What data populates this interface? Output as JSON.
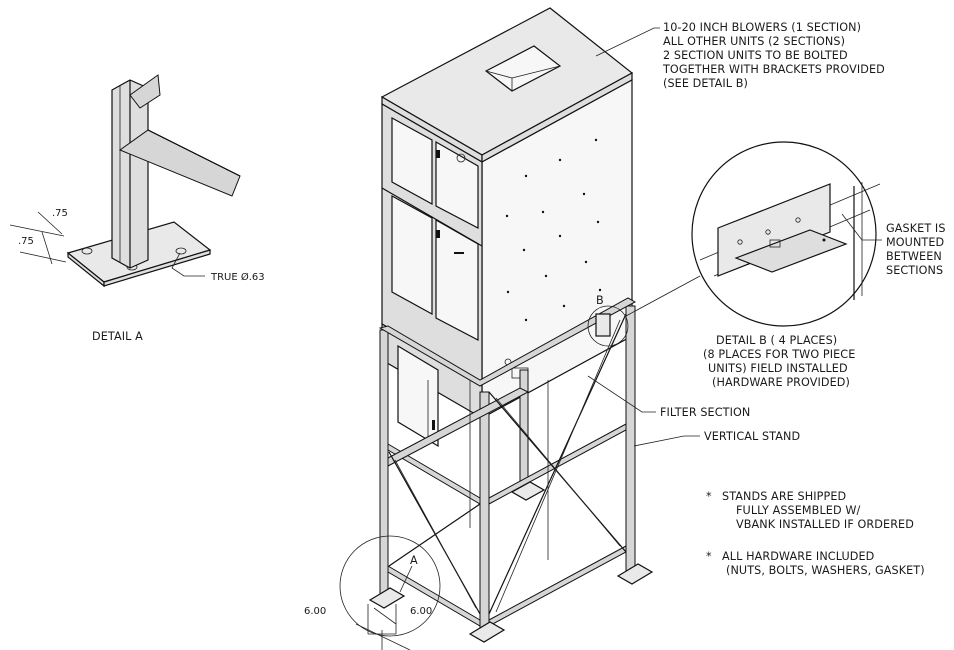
{
  "detail_a": {
    "title": "DETAIL A",
    "dim_1": ".75",
    "dim_2": ".75",
    "hole_label": "TRUE Ø.63"
  },
  "detail_b": {
    "marker": "B",
    "title_lines": [
      "DETAIL B ( 4 PLACES)",
      "(8 PLACES FOR TWO PIECE",
      "UNITS) FIELD INSTALLED",
      "(HARDWARE PROVIDED)"
    ],
    "gasket_lines": [
      "GASKET IS",
      "MOUNTED",
      "BETWEEN",
      "SECTIONS"
    ]
  },
  "blowers_note": [
    "10-20 INCH BLOWERS (1 SECTION)",
    "ALL OTHER UNITS (2 SECTIONS)",
    "2 SECTION UNITS TO BE BOLTED",
    "TOGETHER WITH BRACKETS PROVIDED",
    "(SEE DETAIL B)"
  ],
  "callouts": {
    "filter_section": "FILTER SECTION",
    "vertical_stand": "VERTICAL STAND"
  },
  "stand_notes": [
    [
      "*",
      "STANDS ARE SHIPPED",
      "FULLY ASSEMBLED W/",
      "VBANK INSTALLED IF ORDERED"
    ],
    [
      "*",
      "ALL HARDWARE INCLUDED",
      "(NUTS, BOLTS, WASHERS, GASKET)"
    ]
  ],
  "foot_detail": {
    "marker": "A",
    "dim_left": "6.00",
    "dim_right": "6.00"
  }
}
